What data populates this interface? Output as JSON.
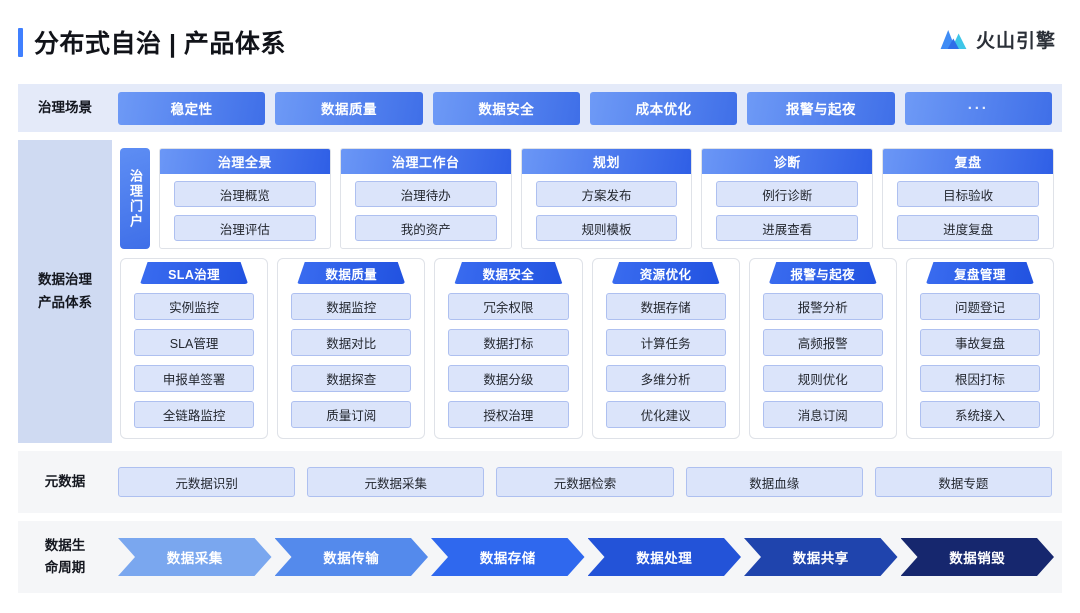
{
  "header": {
    "title": "分布式自治 | 产品体系",
    "accent_color": "#4080ff",
    "brand_name": "火山引擎",
    "brand_icon": "volcano-mountain-icon"
  },
  "bands": {
    "scene": {
      "label": "治理场景",
      "buttons": [
        "稳定性",
        "数据质量",
        "数据安全",
        "成本优化",
        "报警与起夜",
        "···"
      ]
    },
    "system": {
      "label_line1": "数据治理",
      "label_line2": "产品体系",
      "portal_tab": "治理门户",
      "portal_cards": [
        {
          "title": "治理全景",
          "items": [
            "治理概览",
            "治理评估"
          ]
        },
        {
          "title": "治理工作台",
          "items": [
            "治理待办",
            "我的资产"
          ]
        },
        {
          "title": "规划",
          "items": [
            "方案发布",
            "规则模板"
          ]
        },
        {
          "title": "诊断",
          "items": [
            "例行诊断",
            "进展查看"
          ]
        },
        {
          "title": "复盘",
          "items": [
            "目标验收",
            "进度复盘"
          ]
        }
      ],
      "domain_cards": [
        {
          "title": "SLA治理",
          "items": [
            "实例监控",
            "SLA管理",
            "申报单签署",
            "全链路监控"
          ]
        },
        {
          "title": "数据质量",
          "items": [
            "数据监控",
            "数据对比",
            "数据探查",
            "质量订阅"
          ]
        },
        {
          "title": "数据安全",
          "items": [
            "冗余权限",
            "数据打标",
            "数据分级",
            "授权治理"
          ]
        },
        {
          "title": "资源优化",
          "items": [
            "数据存储",
            "计算任务",
            "多维分析",
            "优化建议"
          ]
        },
        {
          "title": "报警与起夜",
          "items": [
            "报警分析",
            "高频报警",
            "规则优化",
            "消息订阅"
          ]
        },
        {
          "title": "复盘管理",
          "items": [
            "问题登记",
            "事故复盘",
            "根因打标",
            "系统接入"
          ]
        }
      ]
    },
    "metadata": {
      "label": "元数据",
      "buttons": [
        "元数据识别",
        "元数据采集",
        "元数据检索",
        "数据血缘",
        "数据专题"
      ]
    },
    "lifecycle": {
      "label_line1": "数据生",
      "label_line2": "命周期",
      "stages": [
        {
          "name": "数据采集",
          "color": "#7aa7ef"
        },
        {
          "name": "数据传输",
          "color": "#548aec"
        },
        {
          "name": "数据存储",
          "color": "#2f68ee"
        },
        {
          "name": "数据处理",
          "color": "#2353d8"
        },
        {
          "name": "数据共享",
          "color": "#1f44ad"
        },
        {
          "name": "数据销毁",
          "color": "#16276e"
        }
      ]
    }
  }
}
